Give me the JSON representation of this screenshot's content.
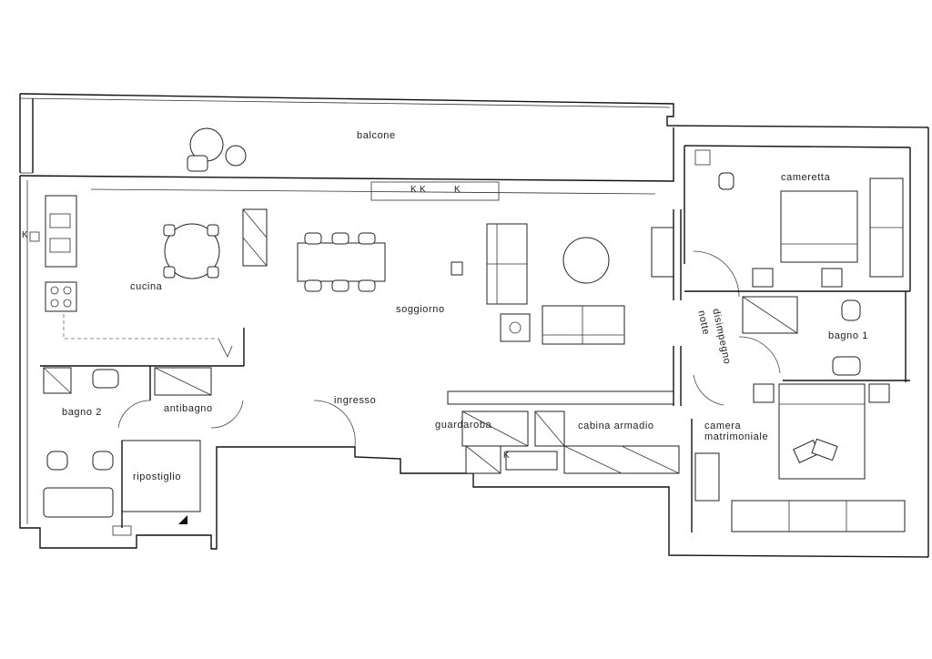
{
  "rooms": {
    "balcone": "balcone",
    "cameretta": "cameretta",
    "cucina": "cucina",
    "soggiorno": "soggiorno",
    "disimpegno": "disimpegno",
    "notte": "notte",
    "bagno1": "bagno 1",
    "bagno2": "bagno 2",
    "antibagno": "antibagno",
    "ingresso": "ingresso",
    "guardaroba": "guardaroba",
    "cabina_armadio": "cabina armadio",
    "camera": "camera",
    "matrimoniale": "matrimoniale",
    "ripostiglio": "ripostiglio"
  },
  "markers": {
    "kitchen_k1": "K",
    "kitchen_k2": "K",
    "kitchen_k3": "K",
    "cucina_k": "K",
    "guardaroba_k": "K"
  }
}
